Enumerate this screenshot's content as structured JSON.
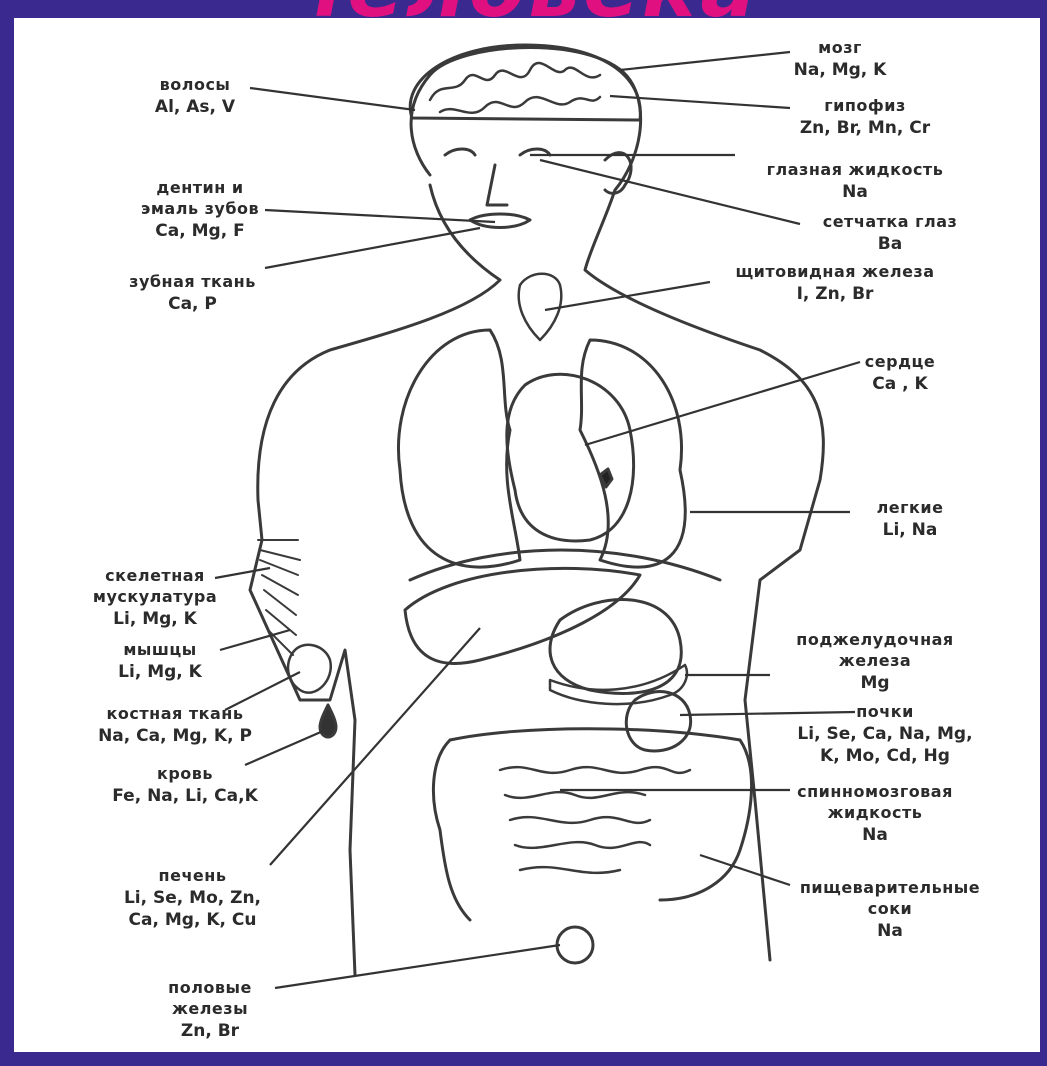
{
  "title": "человека",
  "colors": {
    "frame": "#3a2a8f",
    "title": "#e01080",
    "ink": "#2b2b2b"
  },
  "labels": {
    "hair": {
      "name": "волосы",
      "elements": "Al, As, V"
    },
    "brain": {
      "name": "мозг",
      "elements": "Na, Mg, K"
    },
    "pituitary": {
      "name": "гипофиз",
      "elements": "Zn, Br, Mn, Cr"
    },
    "eye_fluid": {
      "name": "глазная жидкость",
      "elements": "Na"
    },
    "dentin": {
      "name1": "дентин и",
      "name2": "эмаль зубов",
      "elements": "Ca, Mg, F"
    },
    "retina": {
      "name": "сетчатка глаз",
      "elements": "Ba"
    },
    "dental_tissue": {
      "name": "зубная ткань",
      "elements": "Ca, P"
    },
    "thyroid": {
      "name": "щитовидная железа",
      "elements": "I, Zn, Br"
    },
    "heart": {
      "name": "сердце",
      "elements": "Ca , K"
    },
    "lungs": {
      "name": "легкие",
      "elements": "Li, Na"
    },
    "skeletal_muscle": {
      "name1": "скелетная",
      "name2": "мускулатура",
      "elements": "Li, Mg, K"
    },
    "muscles": {
      "name": "мышцы",
      "elements": "Li, Mg, K"
    },
    "pancreas": {
      "name1": "поджелудочная",
      "name2": "железа",
      "elements": "Mg"
    },
    "bone": {
      "name": "костная ткань",
      "elements": "Na, Ca, Mg, K, P"
    },
    "kidneys": {
      "name": "почки",
      "elements1": "Li, Se, Ca, Na, Mg,",
      "elements2": "K, Mo, Cd, Hg"
    },
    "blood": {
      "name": "кровь",
      "elements": "Fe, Na, Li, Ca,K"
    },
    "csf": {
      "name1": "спинномозговая",
      "name2": "жидкость",
      "elements": "Na"
    },
    "liver": {
      "name": "печень",
      "elements1": "Li, Se, Mo, Zn,",
      "elements2": "Ca, Mg, K, Cu"
    },
    "digestive": {
      "name1": "пищеварительные",
      "name2": "соки",
      "elements": "Na"
    },
    "gonads": {
      "name1": "половые",
      "name2": "железы",
      "elements": "Zn, Br"
    }
  }
}
